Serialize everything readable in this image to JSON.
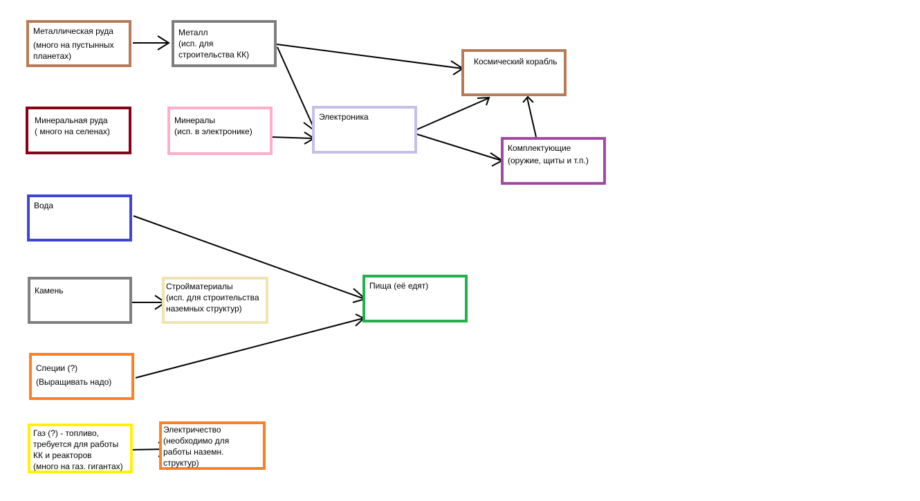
{
  "diagram": {
    "nodes": [
      {
        "id": "metal-ore",
        "lines": [
          "Металлическая руда",
          "(много на пустынных",
          "планетах)"
        ],
        "color": "#b97a57"
      },
      {
        "id": "metal",
        "lines": [
          "Металл",
          "(исп. для",
          "строительства КК)"
        ],
        "color": "#7f7f7f"
      },
      {
        "id": "ship",
        "lines": [
          "Космический корабль"
        ],
        "color": "#b97a57"
      },
      {
        "id": "mineral-ore",
        "lines": [
          "Минеральная руда",
          "( много на селенах)"
        ],
        "color": "#880015"
      },
      {
        "id": "minerals",
        "lines": [
          "Минералы",
          "(исп. в электронике)"
        ],
        "color": "#ffaec9"
      },
      {
        "id": "electronics",
        "lines": [
          "Электроника"
        ],
        "color": "#c8bfe7"
      },
      {
        "id": "components",
        "lines": [
          "Комплектующие",
          "(оружие, щиты и т.п.)"
        ],
        "color": "#a349a4"
      },
      {
        "id": "water",
        "lines": [
          "Вода"
        ],
        "color": "#3f48cc"
      },
      {
        "id": "stone",
        "lines": [
          "Камень"
        ],
        "color": "#7f7f7f"
      },
      {
        "id": "buildmat",
        "lines": [
          "Стройматериалы",
          "(исп. для строительства",
          "наземных структур)"
        ],
        "color": "#efe4b0"
      },
      {
        "id": "food",
        "lines": [
          "Пища (её едят)"
        ],
        "color": "#22b14c"
      },
      {
        "id": "spices",
        "lines": [
          "Специи (?)",
          "(Выращивать надо)"
        ],
        "color": "#ff7f27"
      },
      {
        "id": "gas",
        "lines": [
          "Газ (?) - топливо,",
          "требуется для работы",
          "КК и реакторов",
          "(много на газ. гигантах)"
        ],
        "color": "#fff200"
      },
      {
        "id": "electricity",
        "lines": [
          "Электричество",
          "(необходимо для",
          "работы наземн.",
          "структур)"
        ],
        "color": "#ff7f27"
      }
    ],
    "edges": [
      {
        "from": "metal-ore",
        "to": "metal"
      },
      {
        "from": "metal",
        "to": "ship"
      },
      {
        "from": "metal",
        "to": "electronics"
      },
      {
        "from": "minerals",
        "to": "electronics"
      },
      {
        "from": "electronics",
        "to": "ship"
      },
      {
        "from": "electronics",
        "to": "components"
      },
      {
        "from": "components",
        "to": "ship"
      },
      {
        "from": "water",
        "to": "food"
      },
      {
        "from": "stone",
        "to": "buildmat"
      },
      {
        "from": "spices",
        "to": "food"
      },
      {
        "from": "gas",
        "to": "electricity"
      }
    ]
  }
}
